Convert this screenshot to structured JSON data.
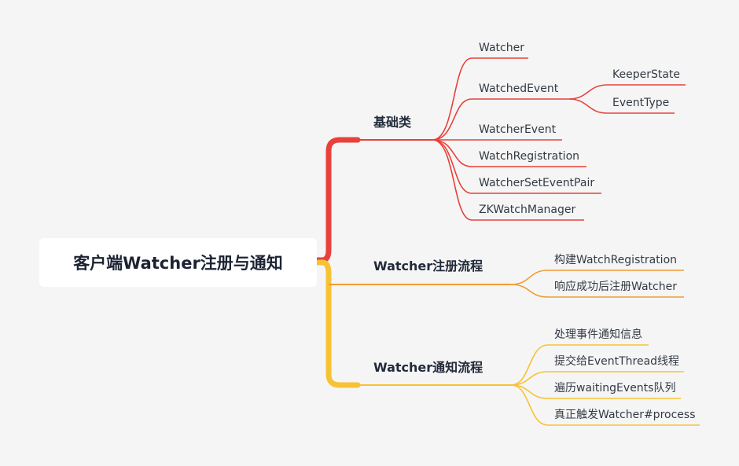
{
  "root": {
    "label": "客户端Watcher注册与通知"
  },
  "branches": [
    {
      "label": "基础类",
      "color": "#e8413a",
      "children": [
        {
          "label": "Watcher"
        },
        {
          "label": "WatchedEvent",
          "children": [
            {
              "label": "KeeperState"
            },
            {
              "label": "EventType"
            }
          ]
        },
        {
          "label": "WatcherEvent"
        },
        {
          "label": "WatchRegistration"
        },
        {
          "label": "WatcherSetEventPair"
        },
        {
          "label": "ZKWatchManager"
        }
      ]
    },
    {
      "label": "Watcher注册流程",
      "color": "#f29b35",
      "children": [
        {
          "label": "构建WatchRegistration"
        },
        {
          "label": "响应成功后注册Watcher"
        }
      ]
    },
    {
      "label": "Watcher通知流程",
      "color": "#f7c335",
      "children": [
        {
          "label": "处理事件通知信息"
        },
        {
          "label": "提交给EventThread线程"
        },
        {
          "label": "遍历waitingEvents队列"
        },
        {
          "label": "真正触发Watcher#process"
        }
      ]
    }
  ]
}
